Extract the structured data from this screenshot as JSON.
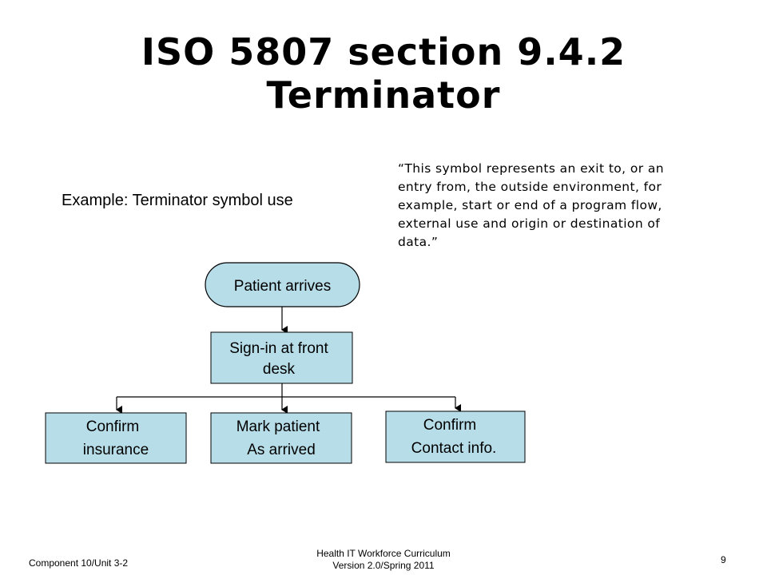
{
  "title": {
    "line1": "ISO 5807 section 9.4.2",
    "line2": "Terminator"
  },
  "example_label": "Example: Terminator symbol use",
  "quote_lines": [
    "“This symbol represents an exit to, or an",
    "entry from, the outside environment, for",
    "example, start or end of a program flow,",
    "external use and origin or destination of",
    "data.”"
  ],
  "nodes": {
    "terminator": {
      "text": "Patient arrives"
    },
    "signin": {
      "line1": "Sign-in at front",
      "line2": "desk"
    },
    "insurance": {
      "line1": "Confirm",
      "line2": "insurance"
    },
    "mark": {
      "line1": "Mark patient",
      "line2": "As arrived"
    },
    "contact": {
      "line1": "Confirm",
      "line2": "Contact info."
    }
  },
  "colors": {
    "node_fill": "#b7dde8",
    "line": "#000000"
  },
  "footer": {
    "left": "Component 10/Unit 3-2",
    "center_line1": "Health IT Workforce Curriculum",
    "center_line2": "Version 2.0/Spring 2011",
    "page_number": "9"
  }
}
